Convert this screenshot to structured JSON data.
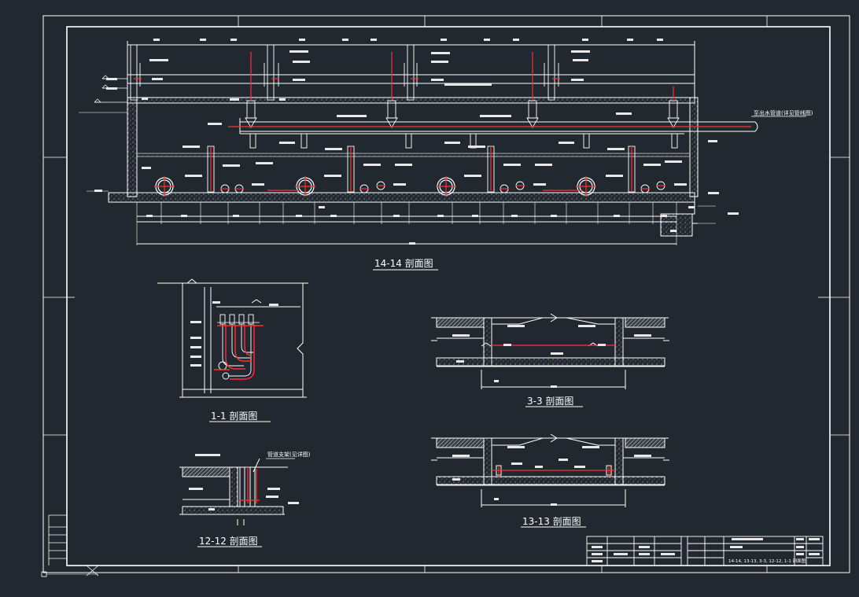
{
  "drawing": {
    "sections": {
      "s14": "14-14 剖面图",
      "s1": "1-1 剖面图",
      "s3": "3-3 剖面图",
      "s12": "12-12 剖面图",
      "s13": "13-13 剖面图"
    },
    "callouts": {
      "main_pipe": "至出水管道(详见管线图)",
      "pipe_support": "管道支架(见详图)"
    },
    "title_block": {
      "sheet_title": "14-14, 13-13, 3-3, 12-12, 1-1 剖面图"
    }
  },
  "colors": {
    "background": "#212830",
    "line": "#ffffff",
    "pipe": "#ff3030",
    "hatch": "#c8c8c8"
  }
}
